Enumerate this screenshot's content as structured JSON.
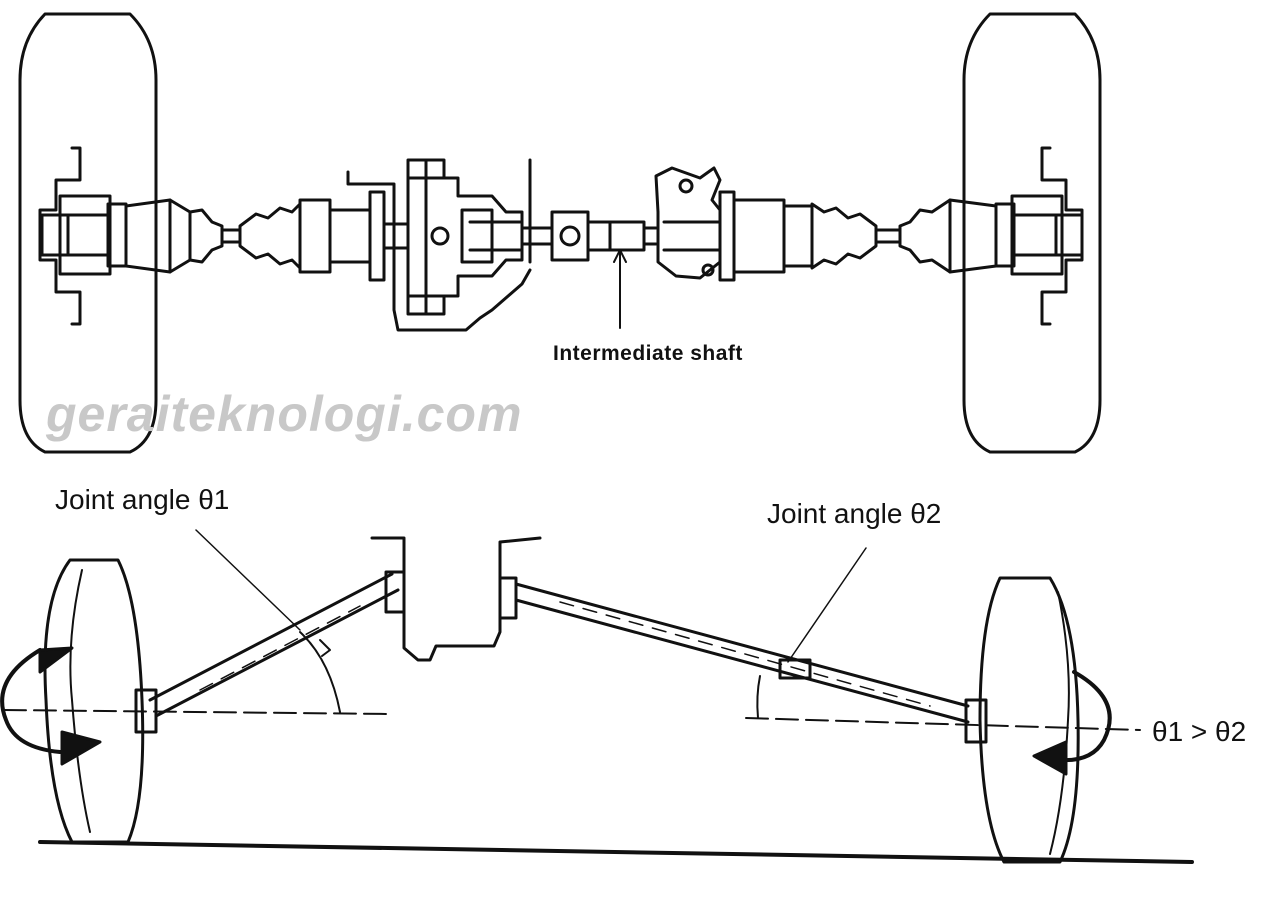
{
  "labels": {
    "intermediate_shaft": "Intermediate shaft",
    "watermark": "geraiteknologi.com",
    "joint_angle_1": "Joint angle θ1",
    "joint_angle_2": "Joint angle θ2",
    "comparison": "θ1 > θ2"
  }
}
